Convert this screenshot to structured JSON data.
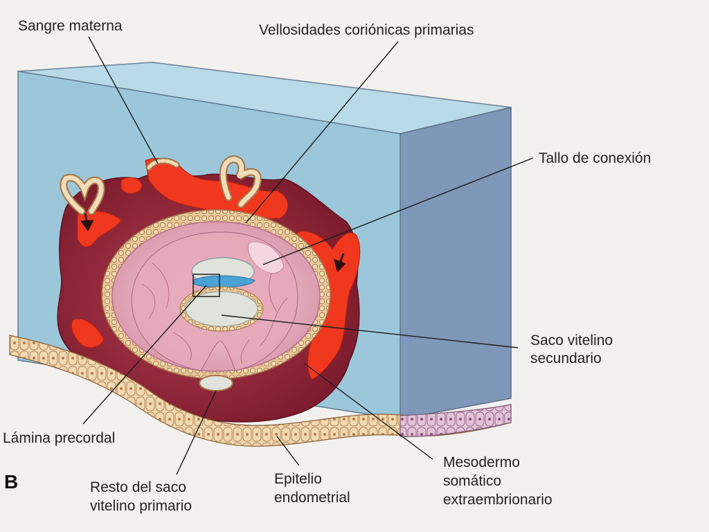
{
  "panel_letter": "B",
  "labels": {
    "sangre_materna": "Sangre materna",
    "vellosidades": "Vellosidades coriónicas primarias",
    "tallo": "Tallo de conexión",
    "saco_vitelino_1": "Saco vitelino",
    "saco_vitelino_2": "secundario",
    "lamina": "Lámina precordal",
    "mesodermo_1": "Mesodermo",
    "mesodermo_2": "somático",
    "mesodermo_3": "extraembrionario",
    "resto_1": "Resto del saco",
    "resto_2": "vitelino primario",
    "epitelio_1": "Epitelio",
    "epitelio_2": "endometrial"
  },
  "colors": {
    "endometrium_front": "#9cc7db",
    "endometrium_top": "#b9dae8",
    "endometrium_side": "#7f97b8",
    "decidua": "#8e2436",
    "maternal_blood": "#f0381f",
    "trophoblast": "#e8c89a",
    "chorionic_cavity": "#f1c6d2",
    "yolk_sac": "#dfe3dc",
    "amnion": "#4aa3d4"
  }
}
